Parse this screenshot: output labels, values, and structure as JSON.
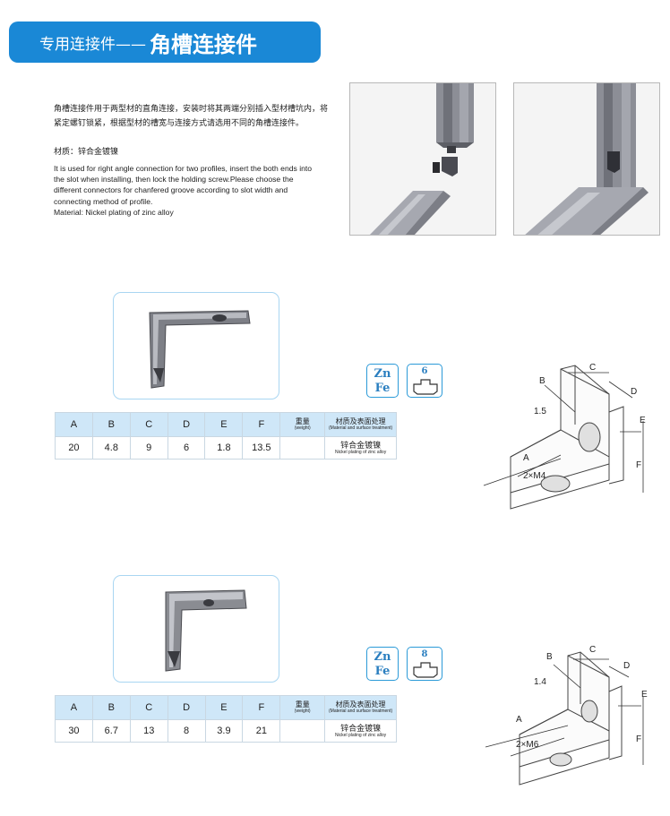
{
  "header": {
    "prefix": "专用连接件——",
    "title": "角槽连接件"
  },
  "description": {
    "cn": "角槽连接件用于两型材的直角连接，安装时将其两端分别插入型材槽坑内，将紧定螺钉锁紧，根据型材的槽宽与连接方式请选用不同的角槽连接件。",
    "material_cn": "材质：锌合金镀镍",
    "en": "It is used for right angle connection for two profiles, insert the both ends into the slot when installing, then lock the holding screw.Please choose the different connectors for chanfered groove according to slot width and connecting method of profile.",
    "material_en": "Material: Nickel plating of zinc alloy"
  },
  "table_headers": {
    "A": "A",
    "B": "B",
    "C": "C",
    "D": "D",
    "E": "E",
    "F": "F",
    "weight": "重量",
    "weight_en": "(weight)",
    "material": "材质及表面处理",
    "material_en": "(Material and surface treatment)"
  },
  "badges": {
    "zn": "Zn",
    "fe": "Fe"
  },
  "products": [
    {
      "slot": "6",
      "values": {
        "A": "20",
        "B": "4.8",
        "C": "9",
        "D": "6",
        "E": "1.8",
        "F": "13.5",
        "weight": ""
      },
      "material": "锌合金镀镍",
      "material_en": "Nickel plating of zinc alloy",
      "drawing": {
        "B": "B",
        "C": "C",
        "D": "D",
        "E": "E",
        "F": "F",
        "A": "A",
        "t": "1.5",
        "screw": "2×M4"
      }
    },
    {
      "slot": "8",
      "values": {
        "A": "30",
        "B": "6.7",
        "C": "13",
        "D": "8",
        "E": "3.9",
        "F": "21",
        "weight": ""
      },
      "material": "锌合金镀镍",
      "material_en": "Nickel plating of zinc alloy",
      "drawing": {
        "B": "B",
        "C": "C",
        "D": "D",
        "E": "E",
        "F": "F",
        "A": "A",
        "t": "1.4",
        "screw": "2×M6"
      }
    }
  ],
  "colors": {
    "accent": "#1a88d6",
    "table_header": "#cfe7f8",
    "badge_border": "#2b9ad8"
  }
}
